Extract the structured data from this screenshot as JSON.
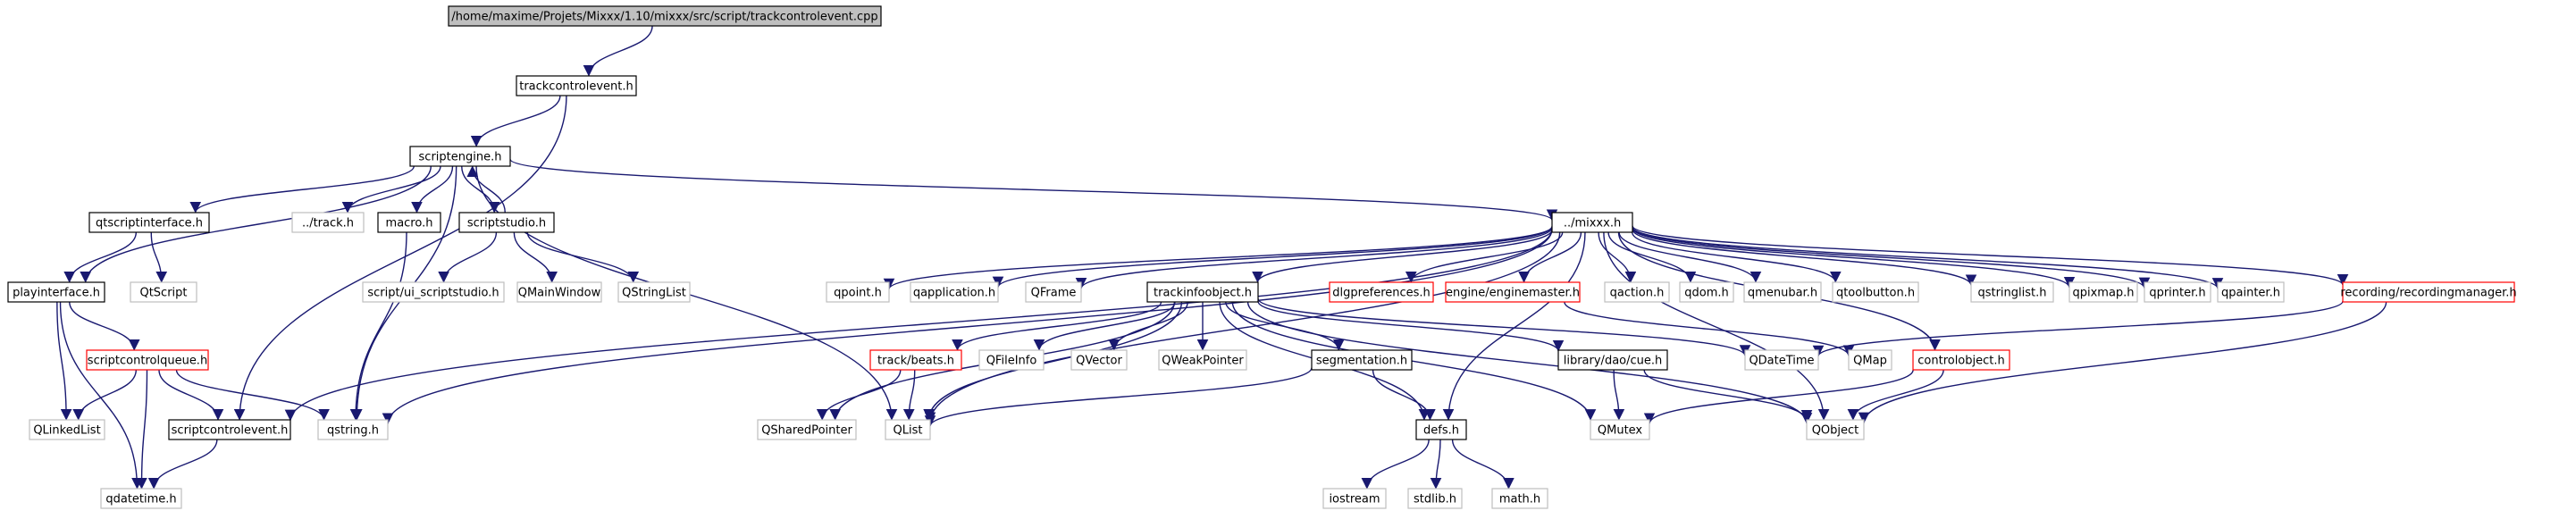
{
  "colors": {
    "edge": "#191970",
    "root_fill": "#bfbfbf",
    "documented_border": "#000000",
    "incomplete_border": "#ff0000",
    "external_border": "#bfbfbf"
  },
  "nodes": [
    {
      "id": "root",
      "label": "/home/maxime/Projets/Mixxx/1.10/mixxx/src/script/trackcontrolevent.cpp",
      "kind": "root"
    },
    {
      "id": "trackcontrolevent_h",
      "label": "trackcontrolevent.h",
      "kind": "documented"
    },
    {
      "id": "scriptengine_h",
      "label": "scriptengine.h",
      "kind": "documented"
    },
    {
      "id": "qtscriptinterface_h",
      "label": "qtscriptinterface.h",
      "kind": "documented"
    },
    {
      "id": "track_h_rel",
      "label": "../track.h",
      "kind": "external"
    },
    {
      "id": "macro_h",
      "label": "macro.h",
      "kind": "documented"
    },
    {
      "id": "scriptstudio_h",
      "label": "scriptstudio.h",
      "kind": "documented"
    },
    {
      "id": "mixxx_h",
      "label": "../mixxx.h",
      "kind": "documented"
    },
    {
      "id": "playinterface_h",
      "label": "playinterface.h",
      "kind": "documented"
    },
    {
      "id": "QtScript",
      "label": "QtScript",
      "kind": "external"
    },
    {
      "id": "ui_scriptstudio_h",
      "label": "script/ui_scriptstudio.h",
      "kind": "external"
    },
    {
      "id": "QMainWindow",
      "label": "QMainWindow",
      "kind": "external"
    },
    {
      "id": "QStringList",
      "label": "QStringList",
      "kind": "external"
    },
    {
      "id": "scriptcontrolqueue_h",
      "label": "scriptcontrolqueue.h",
      "kind": "incomplete"
    },
    {
      "id": "QLinkedList",
      "label": "QLinkedList",
      "kind": "external"
    },
    {
      "id": "scriptcontrolevent_h",
      "label": "scriptcontrolevent.h",
      "kind": "documented"
    },
    {
      "id": "qstring_h",
      "label": "qstring.h",
      "kind": "external"
    },
    {
      "id": "qdatetime_h",
      "label": "qdatetime.h",
      "kind": "external"
    },
    {
      "id": "qpoint_h",
      "label": "qpoint.h",
      "kind": "external"
    },
    {
      "id": "qapplication_h",
      "label": "qapplication.h",
      "kind": "external"
    },
    {
      "id": "QFrame",
      "label": "QFrame",
      "kind": "external"
    },
    {
      "id": "trackinfoobject_h",
      "label": "trackinfoobject.h",
      "kind": "documented"
    },
    {
      "id": "dlgpreferences_h",
      "label": "dlgpreferences.h",
      "kind": "incomplete"
    },
    {
      "id": "enginemaster_h",
      "label": "engine/enginemaster.h",
      "kind": "incomplete"
    },
    {
      "id": "qaction_h",
      "label": "qaction.h",
      "kind": "external"
    },
    {
      "id": "qdom_h",
      "label": "qdom.h",
      "kind": "external"
    },
    {
      "id": "qmenubar_h",
      "label": "qmenubar.h",
      "kind": "external"
    },
    {
      "id": "qtoolbutton_h",
      "label": "qtoolbutton.h",
      "kind": "external"
    },
    {
      "id": "qstringlist_h",
      "label": "qstringlist.h",
      "kind": "external"
    },
    {
      "id": "qpixmap_h",
      "label": "qpixmap.h",
      "kind": "external"
    },
    {
      "id": "qprinter_h",
      "label": "qprinter.h",
      "kind": "external"
    },
    {
      "id": "qpainter_h",
      "label": "qpainter.h",
      "kind": "external"
    },
    {
      "id": "recordingmanager_h",
      "label": "recording/recordingmanager.h",
      "kind": "incomplete"
    },
    {
      "id": "beats_h",
      "label": "track/beats.h",
      "kind": "incomplete"
    },
    {
      "id": "QFileInfo",
      "label": "QFileInfo",
      "kind": "external"
    },
    {
      "id": "QVector",
      "label": "QVector",
      "kind": "external"
    },
    {
      "id": "QWeakPointer",
      "label": "QWeakPointer",
      "kind": "external"
    },
    {
      "id": "segmentation_h",
      "label": "segmentation.h",
      "kind": "documented"
    },
    {
      "id": "cue_h",
      "label": "library/dao/cue.h",
      "kind": "documented"
    },
    {
      "id": "QDateTime",
      "label": "QDateTime",
      "kind": "external"
    },
    {
      "id": "QMap",
      "label": "QMap",
      "kind": "external"
    },
    {
      "id": "controlobject_h",
      "label": "controlobject.h",
      "kind": "incomplete"
    },
    {
      "id": "QSharedPointer",
      "label": "QSharedPointer",
      "kind": "external"
    },
    {
      "id": "QList",
      "label": "QList",
      "kind": "external"
    },
    {
      "id": "defs_h",
      "label": "defs.h",
      "kind": "documented"
    },
    {
      "id": "QMutex",
      "label": "QMutex",
      "kind": "external"
    },
    {
      "id": "QObject",
      "label": "QObject",
      "kind": "external"
    },
    {
      "id": "iostream",
      "label": "iostream",
      "kind": "external"
    },
    {
      "id": "stdlib_h",
      "label": "stdlib.h",
      "kind": "external"
    },
    {
      "id": "math_h",
      "label": "math.h",
      "kind": "external"
    }
  ],
  "edges": [
    [
      "root",
      "trackcontrolevent_h"
    ],
    [
      "trackcontrolevent_h",
      "scriptengine_h"
    ],
    [
      "trackcontrolevent_h",
      "scriptcontrolevent_h"
    ],
    [
      "scriptengine_h",
      "qtscriptinterface_h"
    ],
    [
      "scriptengine_h",
      "track_h_rel"
    ],
    [
      "scriptengine_h",
      "macro_h"
    ],
    [
      "scriptengine_h",
      "scriptstudio_h"
    ],
    [
      "scriptstudio_h",
      "scriptengine_h"
    ],
    [
      "scriptengine_h",
      "mixxx_h"
    ],
    [
      "scriptengine_h",
      "playinterface_h"
    ],
    [
      "scriptengine_h",
      "qstring_h"
    ],
    [
      "scriptengine_h",
      "QList"
    ],
    [
      "qtscriptinterface_h",
      "playinterface_h"
    ],
    [
      "qtscriptinterface_h",
      "QtScript"
    ],
    [
      "macro_h",
      "qstring_h"
    ],
    [
      "scriptstudio_h",
      "ui_scriptstudio_h"
    ],
    [
      "scriptstudio_h",
      "QMainWindow"
    ],
    [
      "scriptstudio_h",
      "QStringList"
    ],
    [
      "playinterface_h",
      "scriptcontrolqueue_h"
    ],
    [
      "playinterface_h",
      "QLinkedList"
    ],
    [
      "playinterface_h",
      "qdatetime_h"
    ],
    [
      "scriptcontrolqueue_h",
      "QLinkedList"
    ],
    [
      "scriptcontrolqueue_h",
      "scriptcontrolevent_h"
    ],
    [
      "scriptcontrolqueue_h",
      "qstring_h"
    ],
    [
      "scriptcontrolqueue_h",
      "qdatetime_h"
    ],
    [
      "scriptcontrolevent_h",
      "qdatetime_h"
    ],
    [
      "mixxx_h",
      "scriptcontrolevent_h"
    ],
    [
      "mixxx_h",
      "qstring_h"
    ],
    [
      "mixxx_h",
      "qpoint_h"
    ],
    [
      "mixxx_h",
      "qapplication_h"
    ],
    [
      "mixxx_h",
      "QFrame"
    ],
    [
      "mixxx_h",
      "trackinfoobject_h"
    ],
    [
      "mixxx_h",
      "dlgpreferences_h"
    ],
    [
      "mixxx_h",
      "enginemaster_h"
    ],
    [
      "mixxx_h",
      "qaction_h"
    ],
    [
      "mixxx_h",
      "qdom_h"
    ],
    [
      "mixxx_h",
      "qmenubar_h"
    ],
    [
      "mixxx_h",
      "qtoolbutton_h"
    ],
    [
      "mixxx_h",
      "qstringlist_h"
    ],
    [
      "mixxx_h",
      "qpixmap_h"
    ],
    [
      "mixxx_h",
      "qprinter_h"
    ],
    [
      "mixxx_h",
      "qpainter_h"
    ],
    [
      "mixxx_h",
      "recordingmanager_h"
    ],
    [
      "mixxx_h",
      "controlobject_h"
    ],
    [
      "mixxx_h",
      "defs_h"
    ],
    [
      "mixxx_h",
      "QList"
    ],
    [
      "mixxx_h",
      "QObject"
    ],
    [
      "trackinfoobject_h",
      "beats_h"
    ],
    [
      "trackinfoobject_h",
      "QFileInfo"
    ],
    [
      "trackinfoobject_h",
      "QVector"
    ],
    [
      "trackinfoobject_h",
      "QWeakPointer"
    ],
    [
      "trackinfoobject_h",
      "segmentation_h"
    ],
    [
      "trackinfoobject_h",
      "cue_h"
    ],
    [
      "trackinfoobject_h",
      "QDateTime"
    ],
    [
      "trackinfoobject_h",
      "QSharedPointer"
    ],
    [
      "trackinfoobject_h",
      "QList"
    ],
    [
      "trackinfoobject_h",
      "defs_h"
    ],
    [
      "trackinfoobject_h",
      "QMutex"
    ],
    [
      "trackinfoobject_h",
      "QObject"
    ],
    [
      "enginemaster_h",
      "QMap"
    ],
    [
      "recordingmanager_h",
      "QDateTime"
    ],
    [
      "recordingmanager_h",
      "QObject"
    ],
    [
      "beats_h",
      "QSharedPointer"
    ],
    [
      "beats_h",
      "QList"
    ],
    [
      "segmentation_h",
      "QList"
    ],
    [
      "segmentation_h",
      "defs_h"
    ],
    [
      "cue_h",
      "QMutex"
    ],
    [
      "cue_h",
      "QObject"
    ],
    [
      "controlobject_h",
      "QMutex"
    ],
    [
      "controlobject_h",
      "QObject"
    ],
    [
      "defs_h",
      "iostream"
    ],
    [
      "defs_h",
      "stdlib_h"
    ],
    [
      "defs_h",
      "math_h"
    ]
  ]
}
